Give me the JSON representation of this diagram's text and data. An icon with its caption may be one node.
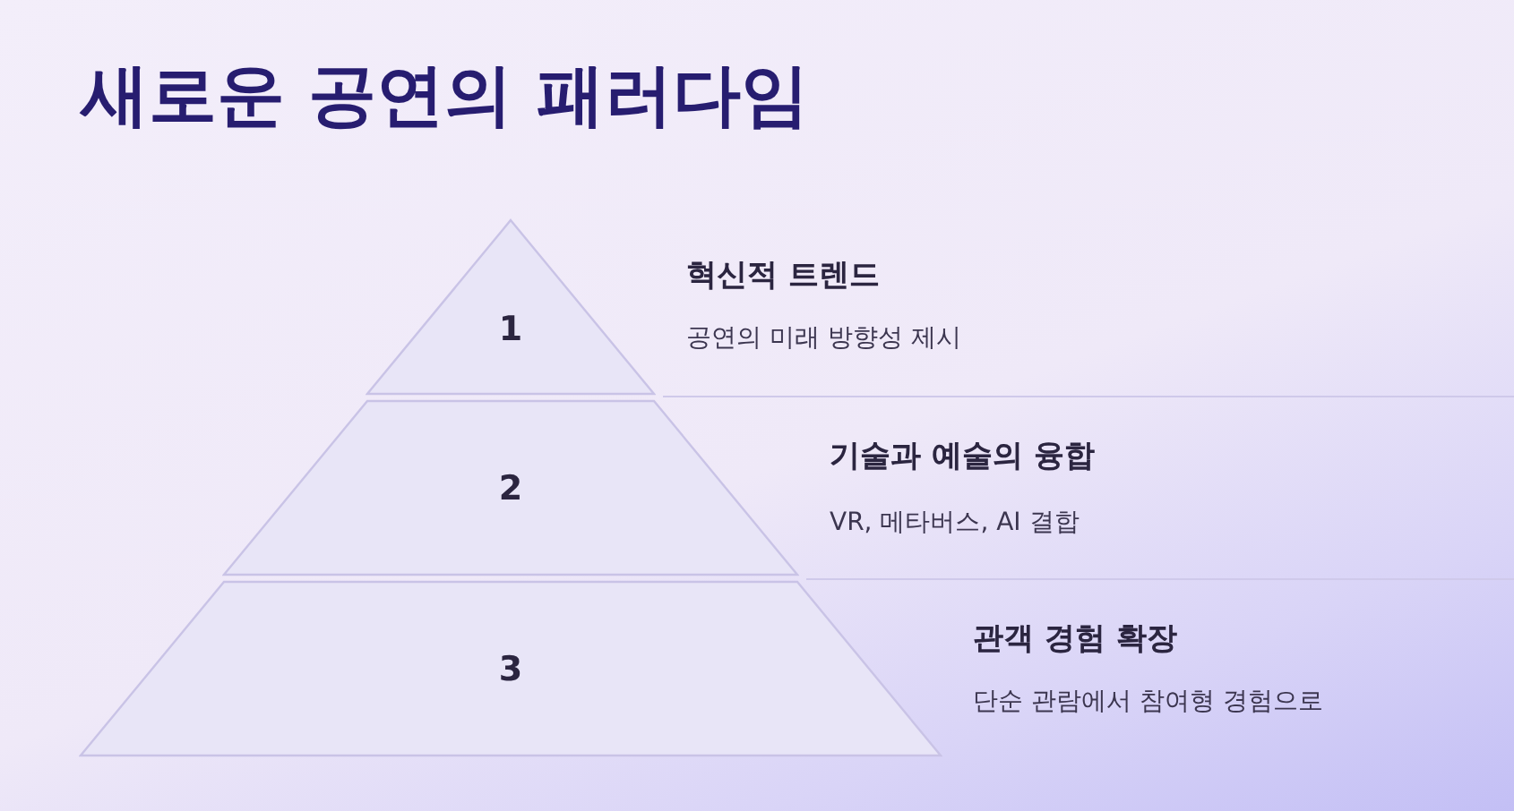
{
  "diagram": {
    "title": "새로운 공연의 패러다임",
    "nodes": [
      {
        "text": [
          "1"
        ],
        "beside": [
          "혁신적 트렌드",
          "공연의 미래 방향성 제시"
        ]
      },
      {
        "text": [
          "2"
        ],
        "beside": [
          "기술과 예술의 융합",
          "VR, 메타버스, AI 결합"
        ]
      },
      {
        "text": [
          "3"
        ],
        "beside": [
          "관객 경험 확장",
          "단순 관람에서 참여형 경험으로"
        ]
      }
    ],
    "edges": []
  }
}
